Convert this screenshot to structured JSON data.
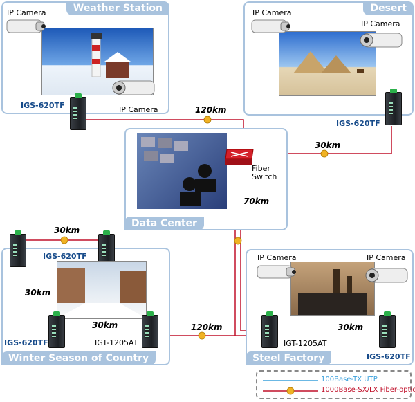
{
  "panels": {
    "weather": {
      "title": "Weather Station",
      "camera_top": "IP Camera",
      "camera_bottom": "IP Camera",
      "switch": "IGS-620TF"
    },
    "desert": {
      "title": "Desert",
      "camera_left": "IP Camera",
      "camera_right": "IP Camera",
      "switch": "IGS-620TF"
    },
    "datacenter": {
      "title": "Data Center",
      "fiber_switch_line1": "Fiber",
      "fiber_switch_line2": "Switch"
    },
    "winter": {
      "title": "Winter Season of Country",
      "switch_top": "IGS-620TF",
      "switch_left": "IGS-620TF",
      "poe_switch": "IGT-1205AT"
    },
    "steel": {
      "title": "Steel Factory",
      "camera_left": "IP Camera",
      "camera_right": "IP Camera",
      "poe_switch": "IGT-1205AT",
      "switch": "IGS-620TF"
    }
  },
  "distances": {
    "weather_dc": "120km",
    "desert_dc": "30km",
    "steel_dc": "70km",
    "winter_top": "30km",
    "winter_left": "30km",
    "winter_bottom": "30km",
    "winter_dc": "120km",
    "steel_bottom": "30km"
  },
  "legend": {
    "utp": "100Base-TX UTP",
    "fiber": "1000Base-SX/LX Fiber-optic"
  },
  "colors": {
    "panel_border": "#a9c3de",
    "utp_line": "#3aa0dc",
    "fiber_line": "#c0102a",
    "label_blue": "#174b8a"
  }
}
